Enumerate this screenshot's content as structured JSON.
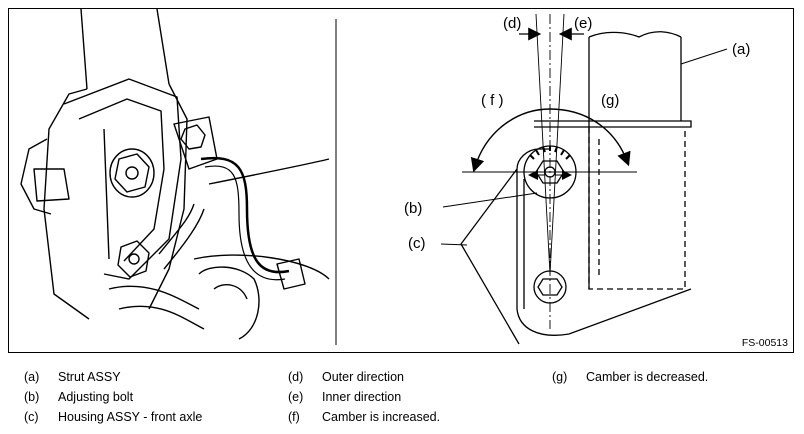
{
  "figure": {
    "id": "FS-00513",
    "callouts": {
      "a": "(a)",
      "b": "(b)",
      "c": "(c)",
      "d": "(d)",
      "e": "(e)",
      "f": "( f )",
      "g": "(g)"
    }
  },
  "legend": [
    {
      "key": "(a)",
      "text": "Strut ASSY"
    },
    {
      "key": "(b)",
      "text": "Adjusting bolt"
    },
    {
      "key": "(c)",
      "text": "Housing ASSY - front axle"
    },
    {
      "key": "(d)",
      "text": "Outer direction"
    },
    {
      "key": "(e)",
      "text": "Inner direction"
    },
    {
      "key": "(f)",
      "text": "Camber is increased."
    },
    {
      "key": "(g)",
      "text": "Camber is decreased."
    }
  ]
}
